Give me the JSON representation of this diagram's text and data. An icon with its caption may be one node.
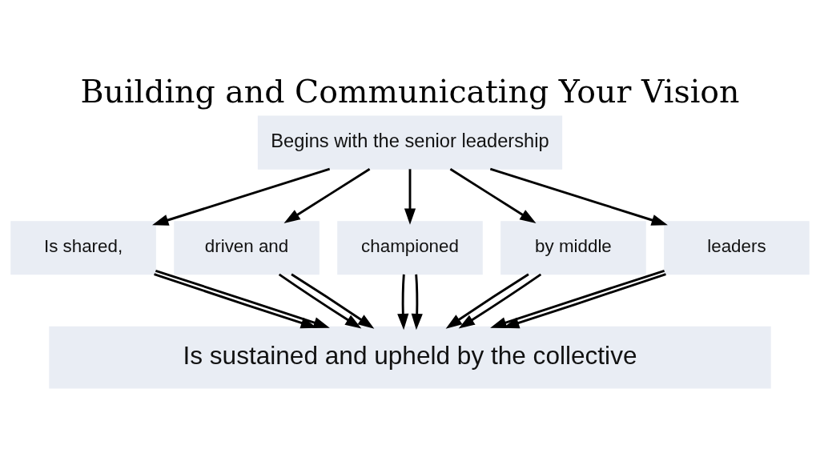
{
  "diagram": {
    "title": "Building and Communicating Your Vision",
    "nodes": [
      {
        "text": [
          "Begins with the senior leadership"
        ]
      },
      {
        "text": [
          "Is shared,"
        ]
      },
      {
        "text": [
          "driven and"
        ]
      },
      {
        "text": [
          "championed"
        ]
      },
      {
        "text": [
          "by middle"
        ]
      },
      {
        "text": [
          "leaders"
        ]
      },
      {
        "text": [
          "Is sustained and upheld by the collective"
        ]
      }
    ],
    "edges": [
      {
        "from": 0,
        "to": 1,
        "arrow": "to"
      },
      {
        "from": 0,
        "to": 2,
        "arrow": "to"
      },
      {
        "from": 0,
        "to": 3,
        "arrow": "to"
      },
      {
        "from": 0,
        "to": 4,
        "arrow": "to"
      },
      {
        "from": 0,
        "to": 5,
        "arrow": "to"
      },
      {
        "from": 1,
        "to": 6,
        "arrow": "to"
      },
      {
        "from": 1,
        "to": 6,
        "arrow": "to"
      },
      {
        "from": 2,
        "to": 6,
        "arrow": "to"
      },
      {
        "from": 2,
        "to": 6,
        "arrow": "to"
      },
      {
        "from": 3,
        "to": 6,
        "arrow": "to"
      },
      {
        "from": 3,
        "to": 6,
        "arrow": "to"
      },
      {
        "from": 4,
        "to": 6,
        "arrow": "to"
      },
      {
        "from": 4,
        "to": 6,
        "arrow": "to"
      },
      {
        "from": 5,
        "to": 6,
        "arrow": "to"
      },
      {
        "from": 5,
        "to": 6,
        "arrow": "to"
      }
    ]
  }
}
